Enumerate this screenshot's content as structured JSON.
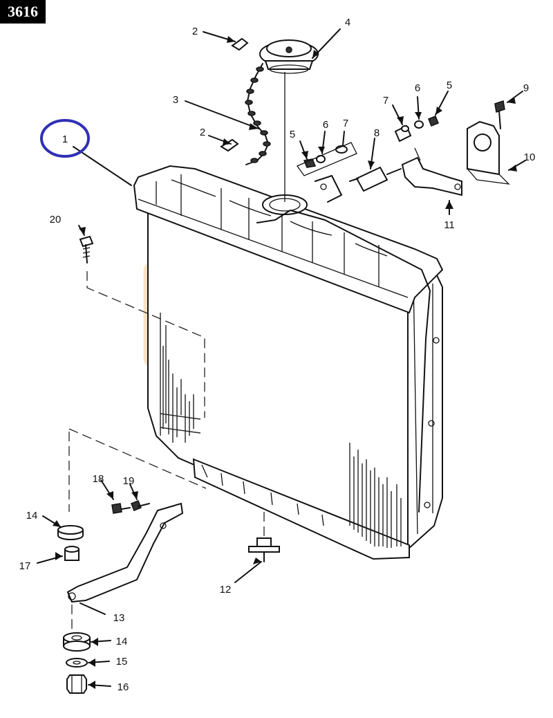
{
  "figure_number": "3616",
  "colors": {
    "highlight_circle": "#2f2fb5",
    "line": "#111111",
    "badge_background": "#000000",
    "badge_text": "#ffffff",
    "watermark": "#f6d6a8"
  },
  "callouts": {
    "c1": "1",
    "c2a": "2",
    "c2b": "2",
    "c3": "3",
    "c4": "4",
    "c5a": "5",
    "c6a": "6",
    "c7a": "7",
    "c8": "8",
    "c7b": "7",
    "c6b": "6",
    "c5b": "5",
    "c9": "9",
    "c10": "10",
    "c11": "11",
    "c20": "20",
    "c18": "18",
    "c19": "19",
    "c14a": "14",
    "c17": "17",
    "c13": "13",
    "c12": "12",
    "c14b": "14",
    "c15": "15",
    "c16": "16"
  }
}
